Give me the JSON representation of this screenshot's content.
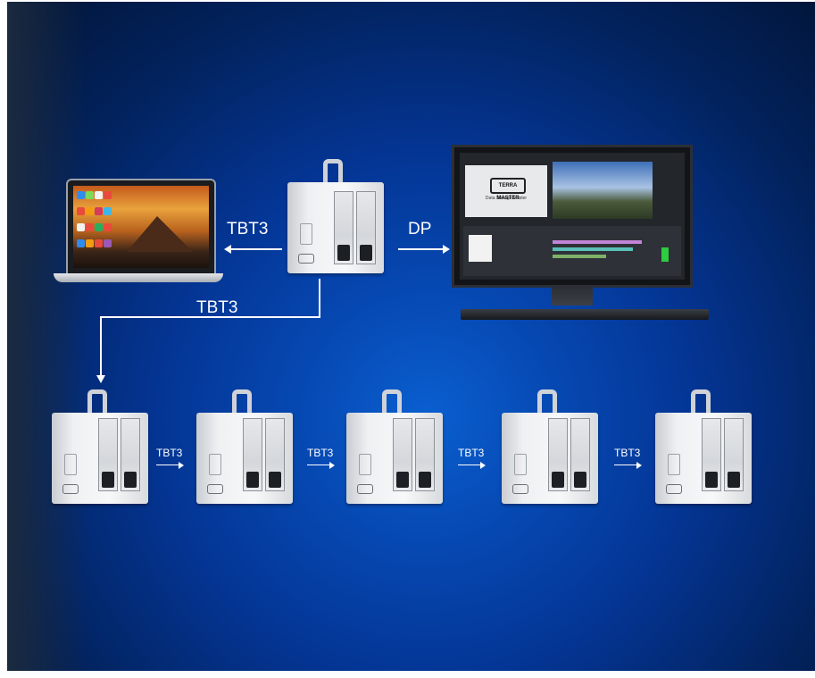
{
  "connections": {
    "laptop_link": "TBT3",
    "monitor_link": "DP",
    "chain_link": "TBT3",
    "daisy_links": [
      "TBT3",
      "TBT3",
      "TBT3",
      "TBT3"
    ]
  },
  "monitor": {
    "brand_logo": "TERRA MASTER",
    "brand_tagline": "Data Storage Master"
  },
  "colors": {
    "background_center": "#0a5fd0",
    "background_edge": "#011436",
    "line": "#ffffff",
    "device_silver": "#eef0f2"
  }
}
